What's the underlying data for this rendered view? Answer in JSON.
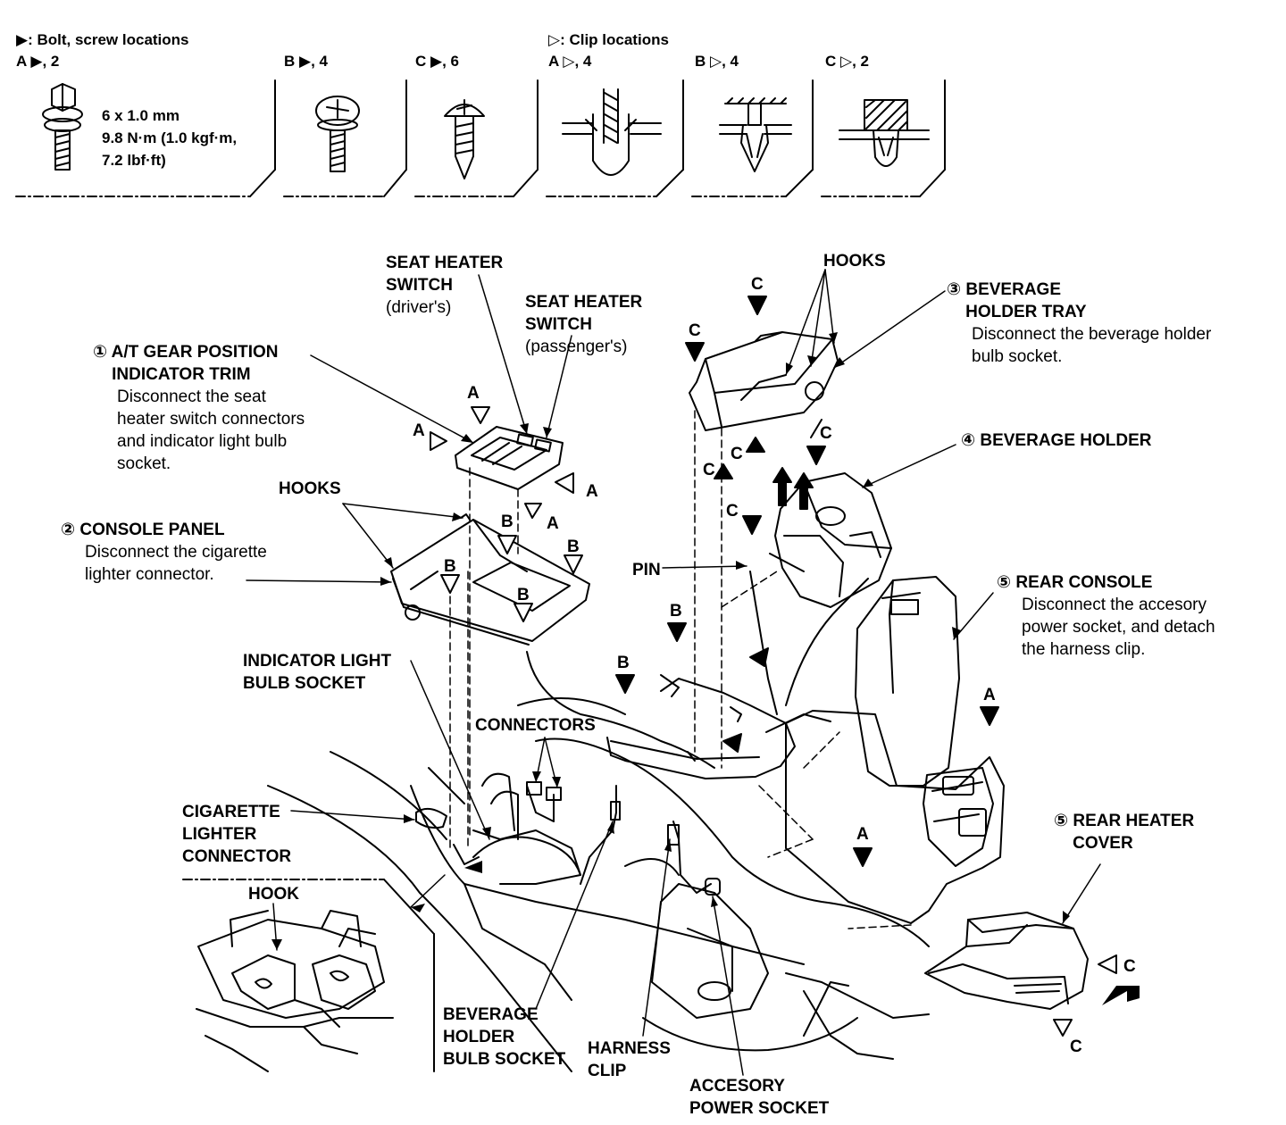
{
  "legend": {
    "bolt_title": "▶: Bolt, screw locations",
    "clip_title": "▷: Clip locations",
    "bolt_a": "A ▶, 2",
    "bolt_b": "B ▶, 4",
    "bolt_c": "C ▶, 6",
    "clip_a": "A ▷, 4",
    "clip_b": "B ▷, 4",
    "clip_c": "C ▷, 2",
    "bolt_spec": [
      "6 x 1.0 mm",
      "9.8 N·m (1.0 kgf·m,",
      "7.2 lbf·ft)"
    ]
  },
  "labels": {
    "at_gear_title": "① A/T GEAR POSITION\n    INDICATOR TRIM",
    "at_gear_note": "Disconnect the seat\nheater switch connectors\nand indicator light bulb\nsocket.",
    "seat_heater_driver_title": "SEAT HEATER\nSWITCH",
    "seat_heater_driver_note": "(driver's)",
    "seat_heater_pass_title": "SEAT HEATER\nSWITCH",
    "seat_heater_pass_note": "(passenger's)",
    "hooks_left": "HOOKS",
    "console_panel_title": "② CONSOLE PANEL",
    "console_panel_note": "Disconnect the cigarette\nlighter connector.",
    "hooks_top": "HOOKS",
    "bev_tray_title": "③ BEVERAGE\n    HOLDER TRAY",
    "bev_tray_note": "Disconnect the beverage holder\nbulb socket.",
    "bev_holder_title": "④ BEVERAGE HOLDER",
    "pin": "PIN",
    "rear_console_title": "⑤ REAR CONSOLE",
    "rear_console_note": "Disconnect the accesory\npower socket, and detach\nthe harness clip.",
    "indicator_light": "INDICATOR LIGHT\nBULB SOCKET",
    "connectors": "CONNECTORS",
    "cig_lighter": "CIGARETTE\nLIGHTER\nCONNECTOR",
    "hook": "HOOK",
    "bev_bulb": "BEVERAGE\nHOLDER\nBULB SOCKET",
    "harness_clip": "HARNESS\nCLIP",
    "accessory": "ACCESORY\nPOWER SOCKET",
    "rear_heater": "⑤ REAR HEATER\n    COVER"
  },
  "markers": {
    "a": "A",
    "b": "B",
    "c": "C"
  }
}
